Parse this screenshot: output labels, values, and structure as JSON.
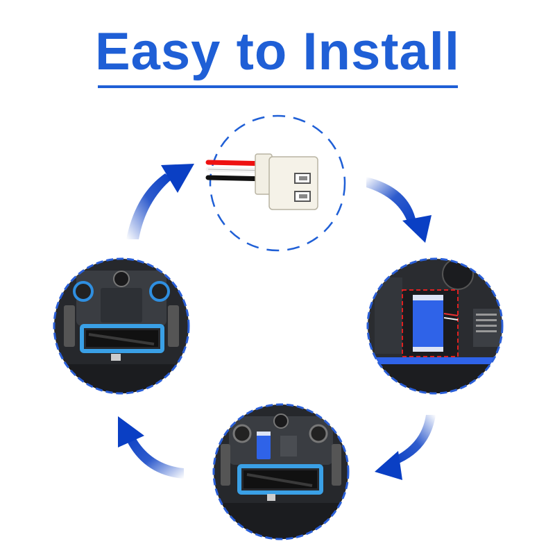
{
  "title": "Easy to Install",
  "colors": {
    "brand_blue": "#1f5fd6",
    "arrow_blue": "#0a3fc4",
    "robot_dark": "#2b2e33",
    "battery_blue": "#2f63e8",
    "brush_blue": "#3aa0e6"
  },
  "steps": [
    {
      "name": "connector",
      "description_icon": "battery-connector-icon"
    },
    {
      "name": "battery-compartment",
      "description_icon": "battery-compartment-icon"
    },
    {
      "name": "robot-with-battery",
      "description_icon": "robot-battery-installed-icon"
    },
    {
      "name": "robot-closed",
      "description_icon": "robot-underside-icon"
    }
  ]
}
